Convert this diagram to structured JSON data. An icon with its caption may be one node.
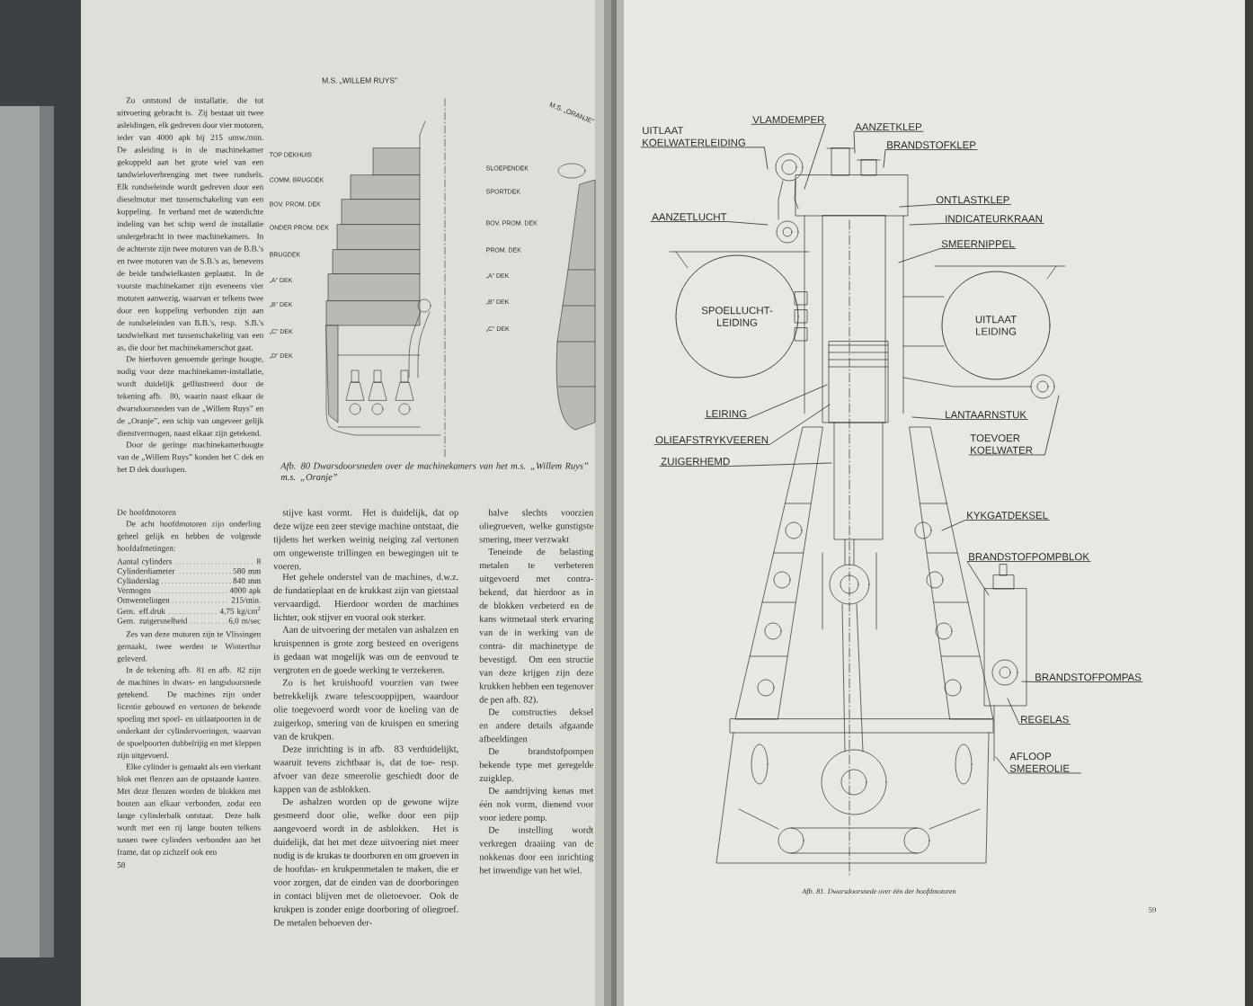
{
  "diagram": {
    "nodes": [
      {
        "text": [
          "UITLAAT KOELWATERLEIDING"
        ]
      },
      {
        "text": [
          "VLAMDEMPER"
        ]
      },
      {
        "text": [
          "AANZETKLEP"
        ]
      },
      {
        "text": [
          "BRANDSTOFKLEP"
        ]
      },
      {
        "text": [
          "ONTLASTKLEP"
        ]
      },
      {
        "text": [
          "INDICATEURKRAAN"
        ]
      },
      {
        "text": [
          "AANZETLUCHT"
        ]
      },
      {
        "text": [
          "SMEERNIPPEL"
        ]
      },
      {
        "text": [
          "SPOELLUCHT- LEIDING"
        ]
      },
      {
        "text": [
          "UITLAAT LEIDING"
        ]
      },
      {
        "text": [
          "LEIRING"
        ]
      },
      {
        "text": [
          "LANTAARNSTUK"
        ]
      },
      {
        "text": [
          "TOEVOER KOELWATER"
        ]
      },
      {
        "text": [
          "OLIEAFSTRYKVEEREN"
        ]
      },
      {
        "text": [
          "ZUIGERHEMD"
        ]
      },
      {
        "text": [
          "KYKGATDEKSEL"
        ]
      },
      {
        "text": [
          "BRANDSTOFPOMPBLOK"
        ]
      },
      {
        "text": [
          "BRANDSTOFPOMPAS"
        ]
      },
      {
        "text": [
          "REGELAS"
        ]
      },
      {
        "text": [
          "AFLOOP SMEEROLIE"
        ]
      }
    ],
    "edges": [
      {
        "from": 0,
        "to": null,
        "arrow": "none"
      },
      {
        "from": 1,
        "to": null,
        "arrow": "none"
      },
      {
        "from": 2,
        "to": null,
        "arrow": "none"
      },
      {
        "from": 3,
        "to": null,
        "arrow": "none"
      },
      {
        "from": 4,
        "to": null,
        "arrow": "none"
      },
      {
        "from": 5,
        "to": null,
        "arrow": "none"
      },
      {
        "from": 6,
        "to": null,
        "arrow": "none"
      },
      {
        "from": 7,
        "to": null,
        "arrow": "none"
      },
      {
        "from": 10,
        "to": null,
        "arrow": "none"
      },
      {
        "from": 11,
        "to": null,
        "arrow": "none"
      },
      {
        "from": 12,
        "to": null,
        "arrow": "none"
      },
      {
        "from": 13,
        "to": null,
        "arrow": "none"
      },
      {
        "from": 14,
        "to": null,
        "arrow": "none"
      },
      {
        "from": 15,
        "to": null,
        "arrow": "none"
      },
      {
        "from": 16,
        "to": null,
        "arrow": "none"
      },
      {
        "from": 17,
        "to": null,
        "arrow": "none"
      },
      {
        "from": 18,
        "to": null,
        "arrow": "none"
      },
      {
        "from": 19,
        "to": null,
        "arrow": "none"
      }
    ],
    "labels": [
      "M.S. „WILLEM RUYS”",
      "M.S. „ORANJE”",
      "TOP DEKHUIS",
      "COMM. BRUGDEK",
      "BOV. PROM. DEK",
      "ONDER PROM. DEK",
      "BRUGDEK",
      "„A” DEK",
      "„B” DEK",
      "„C” DEK",
      "„D” DEK",
      "SLOEPENDEK",
      "SPORTDEK",
      "BOV. PROM. DEK",
      "PROM. DEK",
      "„A” DEK",
      "„B” DEK",
      "„C” DEK",
      "Afb. 80 Dwarsdoorsneden over de machinekamers van het m.s. „Willem Ruys” m.s. „Oranje”",
      "Zo ontstond de installatie, die tot uitvoering gebracht is. Zij bestaat uit twee asleidingen, elk gedreven door vier motoren, ieder van 4000 apk bij 215 omw./min. De asleiding is in de machinekamer gekoppeld aan het grote wiel van een tandwieloverbrenging met twee rondsels. Elk rondseleinde wordt gedreven door een dieselmotor met tussenschakeling van een koppeling. In verband met de waterdichte indeling van het schip werd de installatie ondergebracht in twee machinekamers. In de achterste zijn twee motoren van de B.B.'s en twee motoren van de S.B.'s as, benevens de beide tandwielkasten geplaatst. In de voorste machinekamer zijn eveneens vier motoren aanwezig, waarvan er telkens twee door een koppeling verbonden zijn aan de rondseleinden van B.B.'s, resp. S.B.'s tandwielkast met tussenschakeling van een as, die door het machinekamerschot gaat.",
      "De hierboven genoemde geringe hoogte, nodig voor deze machinekamer-installatie, wordt duidelijk geïllustreerd door de tekening afb. 80, waarin naast elkaar de dwarsdoorsneden van de „Willem Ruys” en de „Oranje”, een schip van ongeveer gelijk dienstvermogen, naast elkaar zijn getekend.",
      "Door de geringe machinekamerhoogte van de „Willem Ruys” konden het C dek en het D dek doorlopen.",
      "De hoofdmotoren",
      "De acht hoofdmotoren zijn onderling geheel gelijk en hebben de volgende hoofdafmetingen:",
      "Aantal cylinders",
      "8",
      "Cylinderdiameter",
      "580 mm",
      "Cylinderslag",
      "840 mm",
      "Vermogen",
      "4000 apk",
      "Omwentelingen",
      "215/min.",
      "Gem. eff.druk",
      "4,75 kg/cm$^{2}$",
      "Gem. zuigersnelheid",
      "6,0 m/sec",
      "Zes van deze motoren zijn te Vlissingen gemaakt, twee werden te Winterthur geleverd.",
      "In de tekening afb. 81 en afb. 82 zijn de machines in dwars- en langsdoorsnede getekend. De machines zijn onder licentie gebouwd en vertonen de bekende spoeling met spoel- en uitlaatpoorten in de onderkant der cylindervoeringen, waarvan de spoelpoorten dubbelrijig en met kleppen zijn uitgevoerd.",
      "Elke cylinder is gemaakt als een vierkant blok met flenzen aan de opstaande kanten. Met deze flenzen worden de blokken met bouten aan elkaar verbonden, zodat een lange cylinderbalk ontstaat. Deze balk wordt met een rij lange bouten telkens tussen twee cylinders verbonden aan het frame, dat op zichzelf ook een",
      "58",
      "stijve kast vormt. Het is duidelijk, dat op deze wijze een zeer stevige machine ontstaat, die tijdens het werken weinig neiging zal vertonen om ongewenste trillingen en bewegingen uit te voeren.",
      "Het gehele onderstel van de machines, d.w.z. de fundatieplaat en de krukkast zijn van gietstaal vervaardigd. Hierdoor worden de machines lichter, ook stijver en vooral ook sterker.",
      "Aan de uitvoering der metalen van ashalzen en kruispennen is grote zorg besteed en overigens is gedaan wat mogelijk was om de eenvoud te vergroten en de goede werking te verzekeren.",
      "Zo is het kruishoofd voorzien van twee betrekkelijk zware telescooppijpen, waardoor olie toegevoerd wordt voor de koeling van de zuigerkop, smering van de kruispen en smering van de krukpen.",
      "Deze inrichting is in afb. 83 verduidelijkt, waaruit tevens zichtbaar is, dat de toe- resp. afvoer van deze smeerolie geschiedt door de kappen van de asblokken.",
      "De ashalzen worden op de gewone wijze gesmeerd door olie, welke door een pijp aangevoerd wordt in de asblokken. Het is duidelijk, dat het met deze uitvoering niet meer nodig is de krukas te doorboren en om groeven in de hoofdas- en krukpenmetalen te maken, die er voor zorgen, dat de einden van de doorboringen in contact blijven met de olietoevoer. Ook de krukpen is zonder enige doorboring of oliegroef. De metalen behoeven der-",
      "halve slechts voorzien oliegroeven, welke gunstigste smering, meer verzwakt",
      "Teneinde de belasting metalen te verbeteren uitgevoerd met contra- bekend, dat hierdoor as in de blokken verbeterd en de kans witmetaal sterk ervaring van de in werking van de contra- dit machinetype de bevestigd. Om een structie van deze krijgen zijn deze krukken hebben een tegenover de pen afb. 82).",
      "De constructies deksel en andere details afgaande afbeeldingen",
      "De brandstofpompen bekende type met geregelde zuigklep.",
      "De aandrijving kenas met één nok vorm, dienend voor voor iedere pomp.",
      "De instelling wordt verkregen draaiing van de nokkenas door een inrichting het inwendige van het wiel.",
      "Afb. 81. Dwarsdoorsnede over één der hoofdmotoren",
      "59"
    ]
  }
}
